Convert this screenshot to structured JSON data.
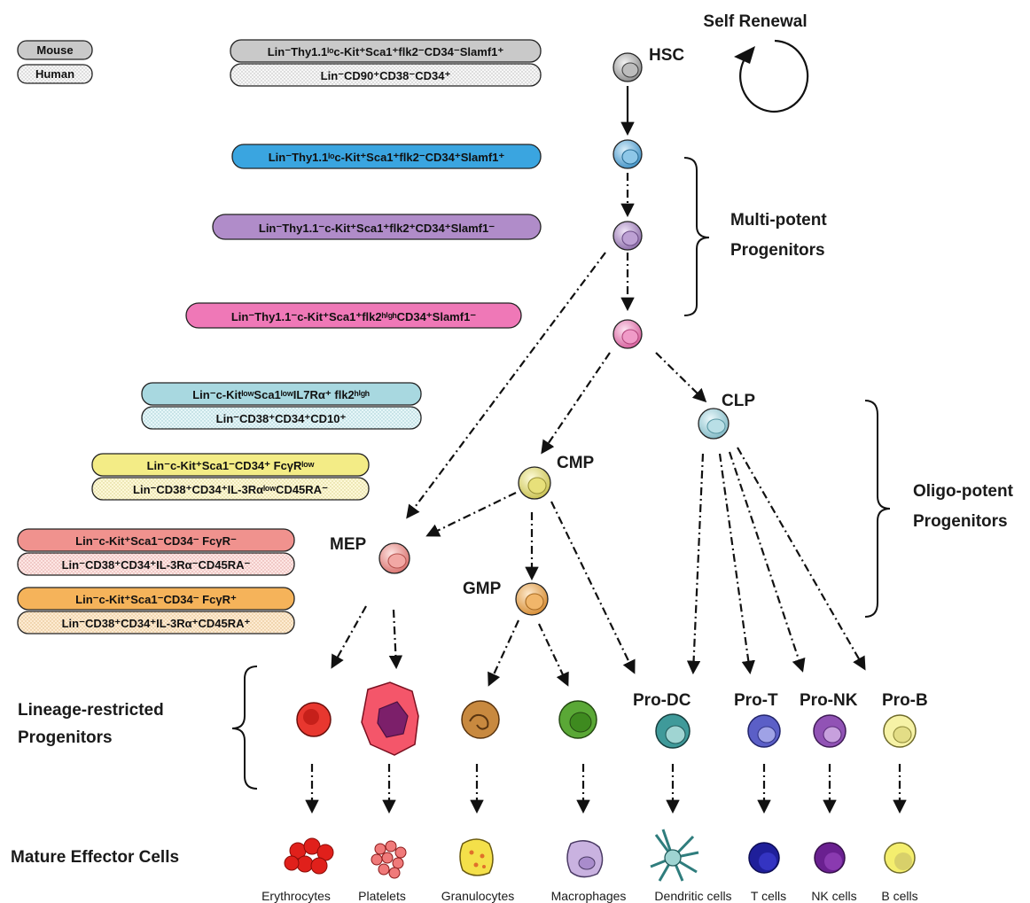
{
  "legend": {
    "mouse": "Mouse",
    "human": "Human"
  },
  "labels": {
    "self_renewal": "Self Renewal",
    "hsc": "HSC",
    "clp": "CLP",
    "cmp": "CMP",
    "mep": "MEP",
    "gmp": "GMP",
    "pro_dc": "Pro-DC",
    "pro_t": "Pro-T",
    "pro_nk": "Pro-NK",
    "pro_b": "Pro-B"
  },
  "groups": {
    "multi_1": "Multi-potent",
    "multi_2": "Progenitors",
    "oligo_1": "Oligo-potent",
    "oligo_2": "Progenitors",
    "lineage_1": "Lineage-restricted",
    "lineage_2": "Progenitors",
    "mature": "Mature Effector Cells"
  },
  "mature_cells": [
    "Erythrocytes",
    "Platelets",
    "Granulocytes",
    "Macrophages",
    "Dendritic cells",
    "T cells",
    "NK cells",
    "B cells"
  ],
  "markers": {
    "hsc_mouse": "Lin⁻Thy1.1ˡᵒc-Kit⁺Sca1⁺flk2⁻CD34⁻Slamf1⁺",
    "hsc_human": "Lin⁻CD90⁺CD38⁻CD34⁺",
    "mpp1": "Lin⁻Thy1.1ˡᵒc-Kit⁺Sca1⁺flk2⁻CD34⁺Slamf1⁺",
    "mpp2": "Lin⁻Thy1.1⁻c-Kit⁺Sca1⁺flk2⁺CD34⁺Slamf1⁻",
    "mpp3": "Lin⁻Thy1.1⁻c-Kit⁺Sca1⁺flk2ʰⁱᵍʰCD34⁺Slamf1⁻",
    "clp_mouse": "Lin⁻c-KitˡᵒʷSca1ˡᵒʷIL7Rα⁺ flk2ʰⁱᵍʰ",
    "clp_human": "Lin⁻CD38⁺CD34⁺CD10⁺",
    "cmp_mouse": "Lin⁻c-Kit⁺Sca1⁻CD34⁺ FcγRˡᵒʷ",
    "cmp_human": "Lin⁻CD38⁺CD34⁺IL-3RαˡᵒʷCD45RA⁻",
    "mep_mouse": "Lin⁻c-Kit⁺Sca1⁻CD34⁻ FcγR⁻",
    "mep_human": "Lin⁻CD38⁺CD34⁺IL-3Rα⁻CD45RA⁻",
    "gmp_mouse": "Lin⁻c-Kit⁺Sca1⁻CD34⁻ FcγR⁺",
    "gmp_human": "Lin⁻CD38⁺CD34⁺IL-3Rα⁺CD45RA⁺"
  },
  "colors": {
    "mouse_pill": "#c9c9c9",
    "human_pill": "#f2f2f2",
    "mpp1": "#3aa5e0",
    "mpp2": "#b08cc9",
    "mpp3": "#ef78b7",
    "clp": "#a8d8e0",
    "cmp": "#f3ec86",
    "mep": "#f0928e",
    "gmp": "#f5b35a"
  }
}
